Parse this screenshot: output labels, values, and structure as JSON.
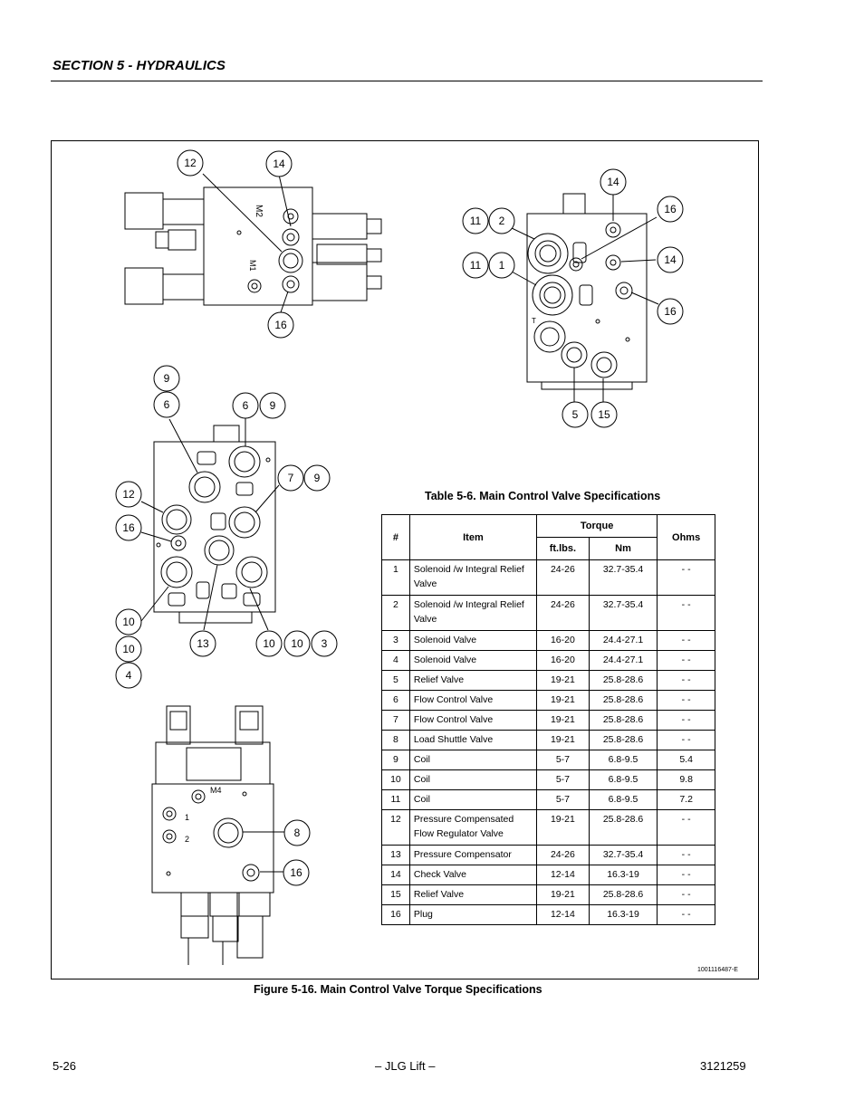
{
  "header": {
    "section": "SECTION 5 - HYDRAULICS"
  },
  "table": {
    "title": "Table 5-6. Main Control Valve Specifications",
    "headers": {
      "num": "#",
      "item": "Item",
      "torque": "Torque",
      "ftlbs": "ft.lbs.",
      "nm": "Nm",
      "ohms": "Ohms"
    },
    "rows": [
      {
        "num": "1",
        "item": "Solenoid /w Integral Relief Valve",
        "ft": "24-26",
        "nm": "32.7-35.4",
        "ohms": "- -"
      },
      {
        "num": "2",
        "item": "Solenoid /w Integral Relief Valve",
        "ft": "24-26",
        "nm": "32.7-35.4",
        "ohms": "- -"
      },
      {
        "num": "3",
        "item": "Solenoid Valve",
        "ft": "16-20",
        "nm": "24.4-27.1",
        "ohms": "- -"
      },
      {
        "num": "4",
        "item": "Solenoid Valve",
        "ft": "16-20",
        "nm": "24.4-27.1",
        "ohms": "- -"
      },
      {
        "num": "5",
        "item": "Relief Valve",
        "ft": "19-21",
        "nm": "25.8-28.6",
        "ohms": "- -"
      },
      {
        "num": "6",
        "item": "Flow Control Valve",
        "ft": "19-21",
        "nm": "25.8-28.6",
        "ohms": "- -"
      },
      {
        "num": "7",
        "item": "Flow Control Valve",
        "ft": "19-21",
        "nm": "25.8-28.6",
        "ohms": "- -"
      },
      {
        "num": "8",
        "item": "Load Shuttle Valve",
        "ft": "19-21",
        "nm": "25.8-28.6",
        "ohms": "- -"
      },
      {
        "num": "9",
        "item": "Coil",
        "ft": "5-7",
        "nm": "6.8-9.5",
        "ohms": "5.4"
      },
      {
        "num": "10",
        "item": "Coil",
        "ft": "5-7",
        "nm": "6.8-9.5",
        "ohms": "9.8"
      },
      {
        "num": "11",
        "item": "Coil",
        "ft": "5-7",
        "nm": "6.8-9.5",
        "ohms": "7.2"
      },
      {
        "num": "12",
        "item": "Pressure Compensated Flow Regulator Valve",
        "ft": "19-21",
        "nm": "25.8-28.6",
        "ohms": "- -"
      },
      {
        "num": "13",
        "item": "Pressure Compensator",
        "ft": "24-26",
        "nm": "32.7-35.4",
        "ohms": "- -"
      },
      {
        "num": "14",
        "item": "Check Valve",
        "ft": "12-14",
        "nm": "16.3-19",
        "ohms": "- -"
      },
      {
        "num": "15",
        "item": "Relief Valve",
        "ft": "19-21",
        "nm": "25.8-28.6",
        "ohms": "- -"
      },
      {
        "num": "16",
        "item": "Plug",
        "ft": "12-14",
        "nm": "16.3-19",
        "ohms": "- -"
      }
    ]
  },
  "drawing": {
    "part_number": "1001116487-E",
    "port_labels": {
      "m2": "M2",
      "m1": "M1",
      "m4": "M4",
      "p1": "1",
      "p2": "2",
      "t": "T"
    },
    "callouts": [
      "12",
      "14",
      "16",
      "14",
      "16",
      "11",
      "2",
      "11",
      "1",
      "14",
      "16",
      "5",
      "15",
      "9",
      "6",
      "6",
      "9",
      "7",
      "9",
      "12",
      "16",
      "10",
      "10",
      "4",
      "13",
      "10",
      "10",
      "3",
      "8",
      "16"
    ]
  },
  "figure": {
    "caption": "Figure 5-16.  Main Control Valve Torque Specifications"
  },
  "footer": {
    "page": "5-26",
    "brand": "– JLG Lift –",
    "doc_number": "3121259"
  }
}
